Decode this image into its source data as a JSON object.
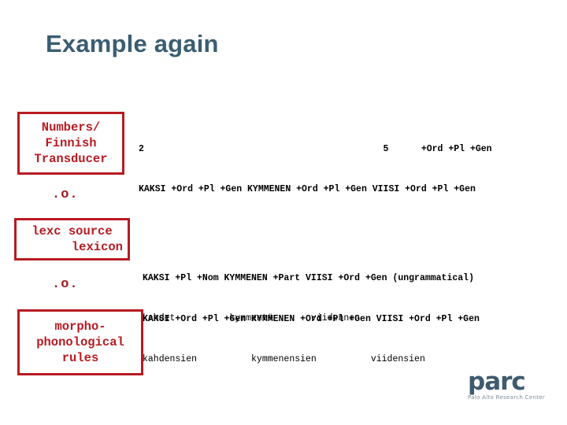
{
  "slide": {
    "title": "Example again",
    "accent_title_color": "#3b5d72",
    "accent_red": "#b81b22"
  },
  "boxes": [
    {
      "id": "transducer",
      "lines": [
        "Numbers/",
        "Finnish",
        "Transducer"
      ]
    },
    {
      "id": "lexc",
      "lines": [
        "lexc source",
        "lexicon"
      ]
    },
    {
      "id": "rules",
      "lines": [
        "morpho-",
        "phonological",
        "rules"
      ]
    }
  ],
  "compose_operators": [
    {
      "id": "dots-1",
      "label": ".o."
    },
    {
      "id": "dots-2",
      "label": ".o."
    }
  ],
  "analysis_top": {
    "line1": "2                                            5      +Ord +Pl +Gen",
    "line2": "KAKSI +Ord +Pl +Gen KYMMENEN +Ord +Pl +Gen VIISI +Ord +Pl +Gen"
  },
  "analysis_middle": {
    "line1": "KAKSI +Pl +Nom KYMMENEN +Part VIISI +Ord +Gen (ungrammatical)",
    "line2": "kahdet          kymmentä       viidennen"
  },
  "analysis_bottom": {
    "line1": "KAKSI +Ord +Pl +Gen KYMMENEN +Ord +Pl +Gen VIISI +Ord +Pl +Gen",
    "line2": "kahdensien          kymmenensien          viidensien"
  },
  "logo": {
    "word": "parc",
    "tagline": "Palo Alto Research Center"
  }
}
